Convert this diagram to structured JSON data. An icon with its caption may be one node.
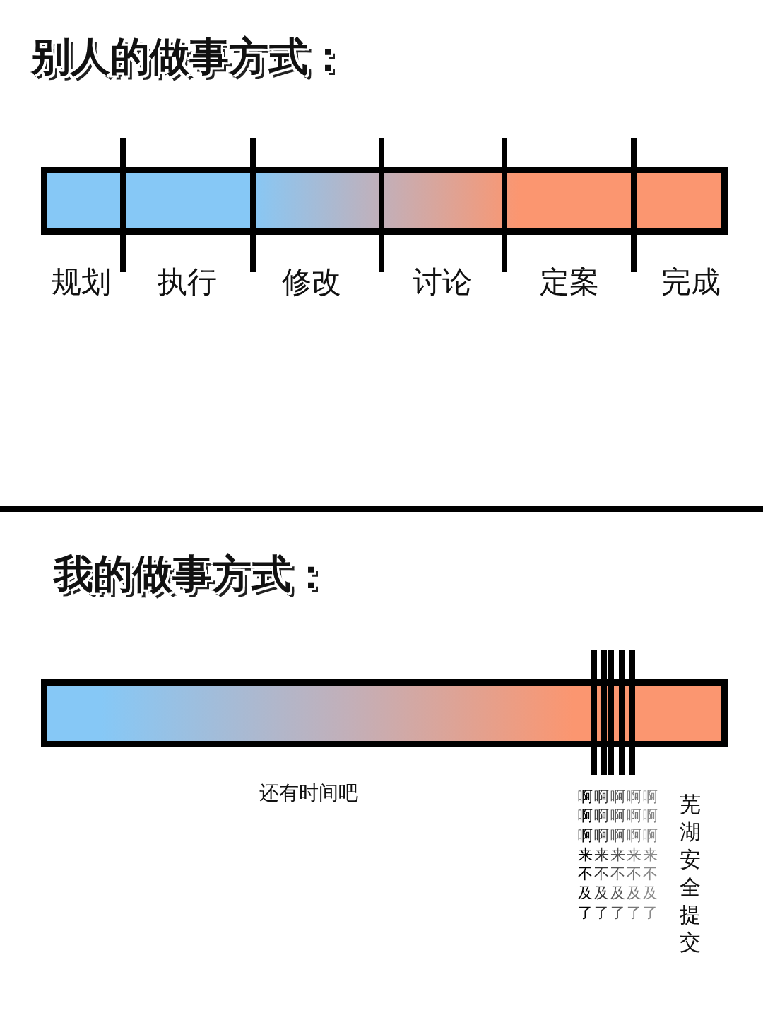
{
  "diagram": {
    "nodes": [
      {
        "text": [],
        "shape": "bar"
      },
      {
        "text": [],
        "shape": "bar"
      }
    ],
    "labels": [
      "别人的做事方式：",
      "规划",
      "执行",
      "修改",
      "讨论",
      "定案",
      "完成",
      "我的做事方式：",
      "还有时间吧",
      "啊啊啊来不及了",
      "啊啊啊来不及了",
      "啊啊啊来不及了",
      "啊啊啊来不及了",
      "啊啊啊来不及了",
      "芜湖安全提交"
    ]
  }
}
